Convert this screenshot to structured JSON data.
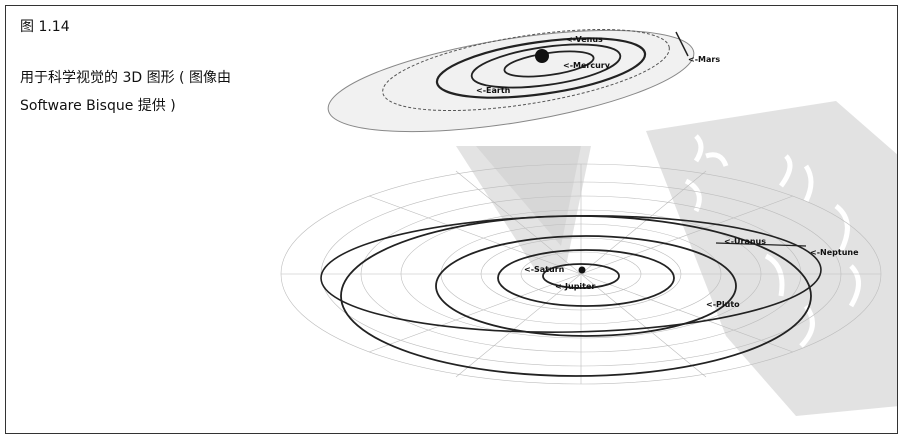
{
  "figure": {
    "label": "图 1.14",
    "caption_line1": "用于科学视觉的 3D 图形 ( 图像由",
    "caption_line2": "Software Bisque 提供 )"
  },
  "inner_system": {
    "labels": {
      "venus": "<-Venus",
      "mercury": "<-Mercury",
      "earth": "<-Earth",
      "mars": "<-Mars"
    }
  },
  "outer_system": {
    "labels": {
      "uranus": "<-Uranus",
      "neptune": "<-Neptune",
      "saturn": "<-Saturn",
      "jupiter": "<-Jupiter",
      "pluto": "<-Pluto"
    }
  },
  "colors": {
    "orbit": "#222222",
    "grid": "#bdbdbd",
    "watermark": "#cfcfcf"
  }
}
